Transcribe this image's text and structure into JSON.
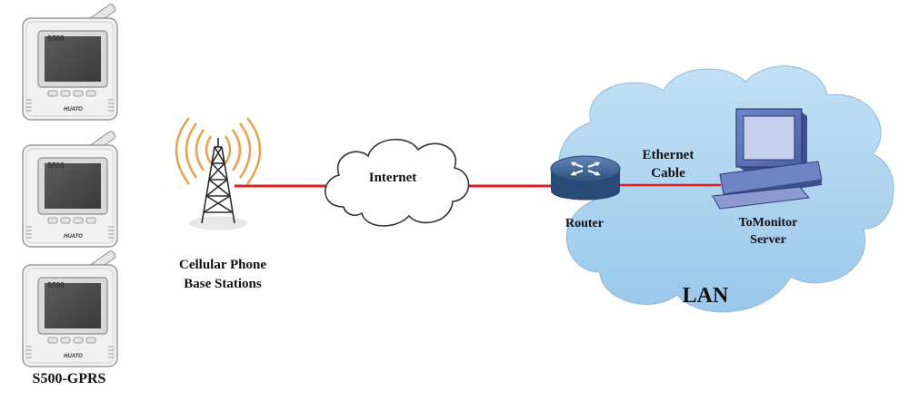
{
  "devices": {
    "model_label": "S500",
    "brand_label": "HUATO",
    "group_label": "S500-GPRS"
  },
  "tower": {
    "label_line1": "Cellular Phone",
    "label_line2": "Base Stations"
  },
  "internet": {
    "label": "Internet"
  },
  "router": {
    "label": "Router"
  },
  "ethernet": {
    "label_line1": "Ethernet",
    "label_line2": "Cable"
  },
  "server": {
    "label_line1": "ToMonitor",
    "label_line2": "Server"
  },
  "lan": {
    "label": "LAN"
  },
  "colors": {
    "connection_line": "#d92027",
    "ethernet_label": "#d41f26",
    "lan_cloud": "#a9d2ee",
    "router_body": "#3c5f8c",
    "radio_waves": "#e8a24a"
  }
}
